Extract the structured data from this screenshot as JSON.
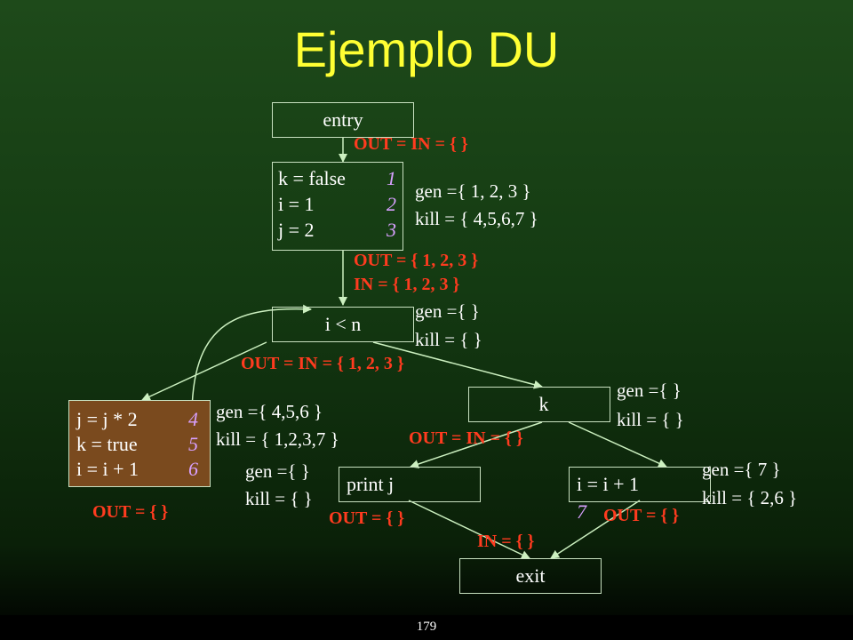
{
  "title": "Ejemplo DU",
  "slide_number": "179",
  "colors": {
    "title": "#ffff33",
    "annotation": "#ff3b1f",
    "line_number": "#d8a0ff",
    "arrow": "#ccf0c0",
    "highlight_block": "#7a4a1e"
  },
  "nodes": {
    "entry": {
      "label": "entry"
    },
    "b1": {
      "stmts": [
        "k = false",
        "i = 1",
        "j = 2"
      ],
      "nums": [
        "1",
        "2",
        "3"
      ]
    },
    "cond": {
      "label": "i < n"
    },
    "body": {
      "stmts": [
        "j = j * 2",
        "k = true",
        "i = i + 1"
      ],
      "nums": [
        "4",
        "5",
        "6"
      ]
    },
    "k": {
      "label": "k"
    },
    "print": {
      "label": "print j"
    },
    "inc": {
      "label": "i = i + 1",
      "num": "7"
    },
    "exit": {
      "label": "exit"
    }
  },
  "flow": {
    "entry_out": "OUT = IN = {  }",
    "b1_out": "OUT = { 1, 2, 3 }",
    "cond_in": "IN = { 1, 2, 3 }",
    "cond_out": "OUT = IN = { 1, 2, 3 }",
    "k_out": "OUT = IN = {  }",
    "body_out": "OUT = {  }",
    "print_out": "OUT = {  }",
    "inc_out": "OUT = {  }",
    "exit_in": "IN = {  }"
  },
  "gen_kill": {
    "b1_gen": "gen ={ 1, 2, 3 }",
    "b1_kill": "kill = { 4,5,6,7 }",
    "cond_gen": "gen ={   }",
    "cond_kill": "kill = {   }",
    "body_gen": "gen ={ 4,5,6 }",
    "body_kill": "kill = { 1,2,3,7 }",
    "k_gen": "gen ={   }",
    "k_kill": "kill = {   }",
    "print_gen": "gen ={   }",
    "print_kill": "kill = {   }",
    "inc_gen": "gen ={ 7 }",
    "inc_kill": "kill = { 2,6 }"
  }
}
